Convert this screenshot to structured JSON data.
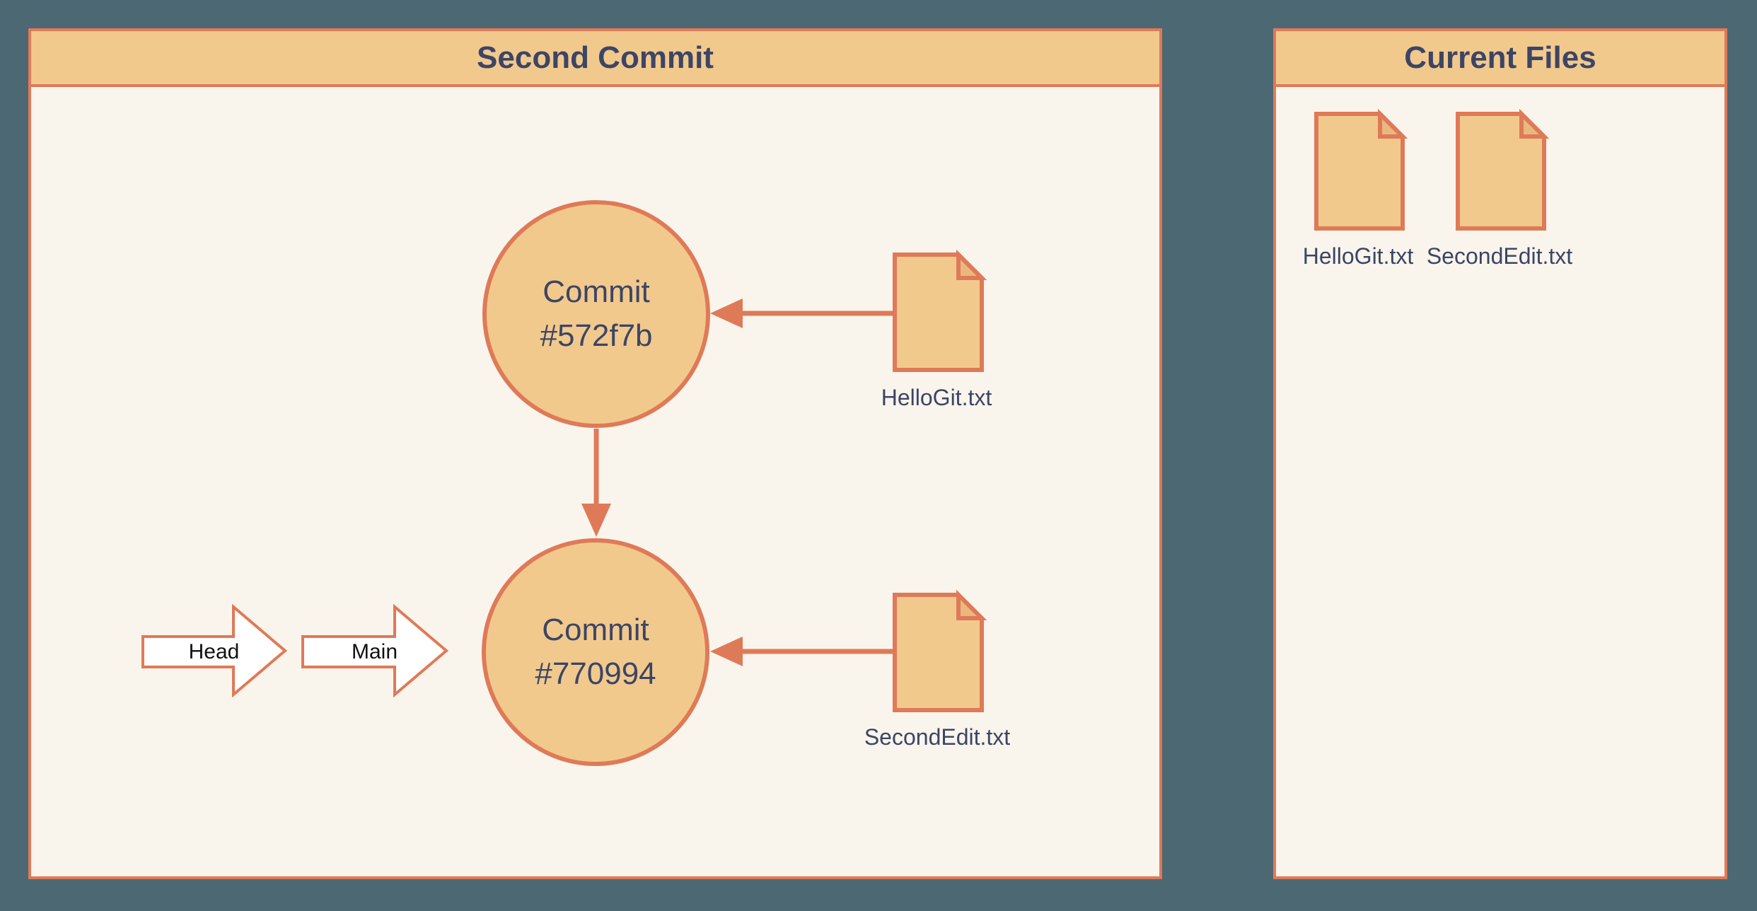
{
  "colors": {
    "background": "#4c6872",
    "border_accent": "#df7a58",
    "shape_fill": "#f2c98c",
    "fold_fill": "#e8b87f",
    "panel_fill": "#f9f5ec",
    "text": "#3c4566",
    "pointer_text": "#111111",
    "pointer_fill": "#ffffff"
  },
  "left_panel": {
    "title": "Second Commit",
    "commits": [
      {
        "line1": "Commit",
        "line2": "#572f7b"
      },
      {
        "line1": "Commit",
        "line2": "#770994"
      }
    ],
    "files": [
      {
        "name": "HelloGit.txt"
      },
      {
        "name": "SecondEdit.txt"
      }
    ],
    "pointers": [
      {
        "label": "Head"
      },
      {
        "label": "Main"
      }
    ]
  },
  "right_panel": {
    "title": "Current Files",
    "files": [
      {
        "name": "HelloGit.txt"
      },
      {
        "name": "SecondEdit.txt"
      }
    ]
  }
}
